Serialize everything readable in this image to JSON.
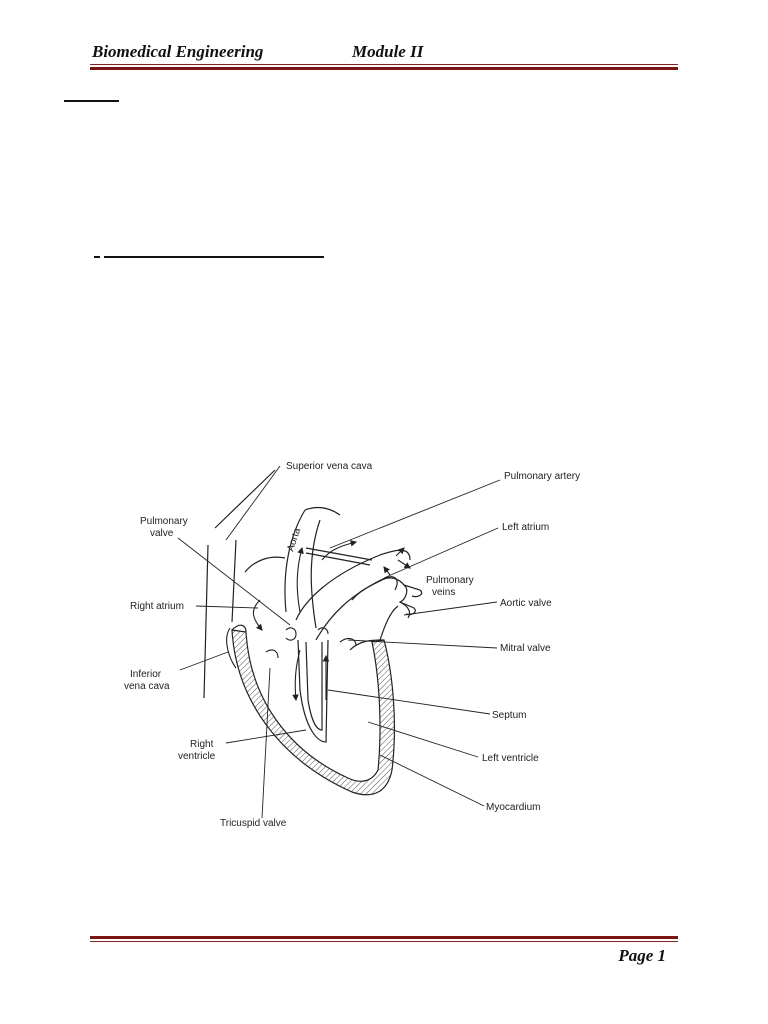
{
  "header": {
    "left": "Biomedical Engineering",
    "center": "Module II",
    "rule_color": "#7a1515"
  },
  "diagram": {
    "labels": {
      "superior_vena_cava": "Superior vena cava",
      "pulmonary_artery": "Pulmonary artery",
      "pulmonary_valve_1": "Pulmonary",
      "pulmonary_valve_2": "valve",
      "left_atrium": "Left atrium",
      "aorta": "Aorta",
      "pulmonary_veins_1": "Pulmonary",
      "pulmonary_veins_2": "veins",
      "aortic_valve": "Aortic valve",
      "right_atrium": "Right atrium",
      "mitral_valve": "Mitral valve",
      "inferior_vena_cava_1": "Inferior",
      "inferior_vena_cava_2": "vena cava",
      "septum": "Septum",
      "right_ventricle_1": "Right",
      "right_ventricle_2": "ventricle",
      "left_ventricle": "Left ventricle",
      "myocardium": "Myocardium",
      "tricuspid_valve": "Tricuspid valve"
    }
  },
  "footer": {
    "page": "Page 1"
  }
}
